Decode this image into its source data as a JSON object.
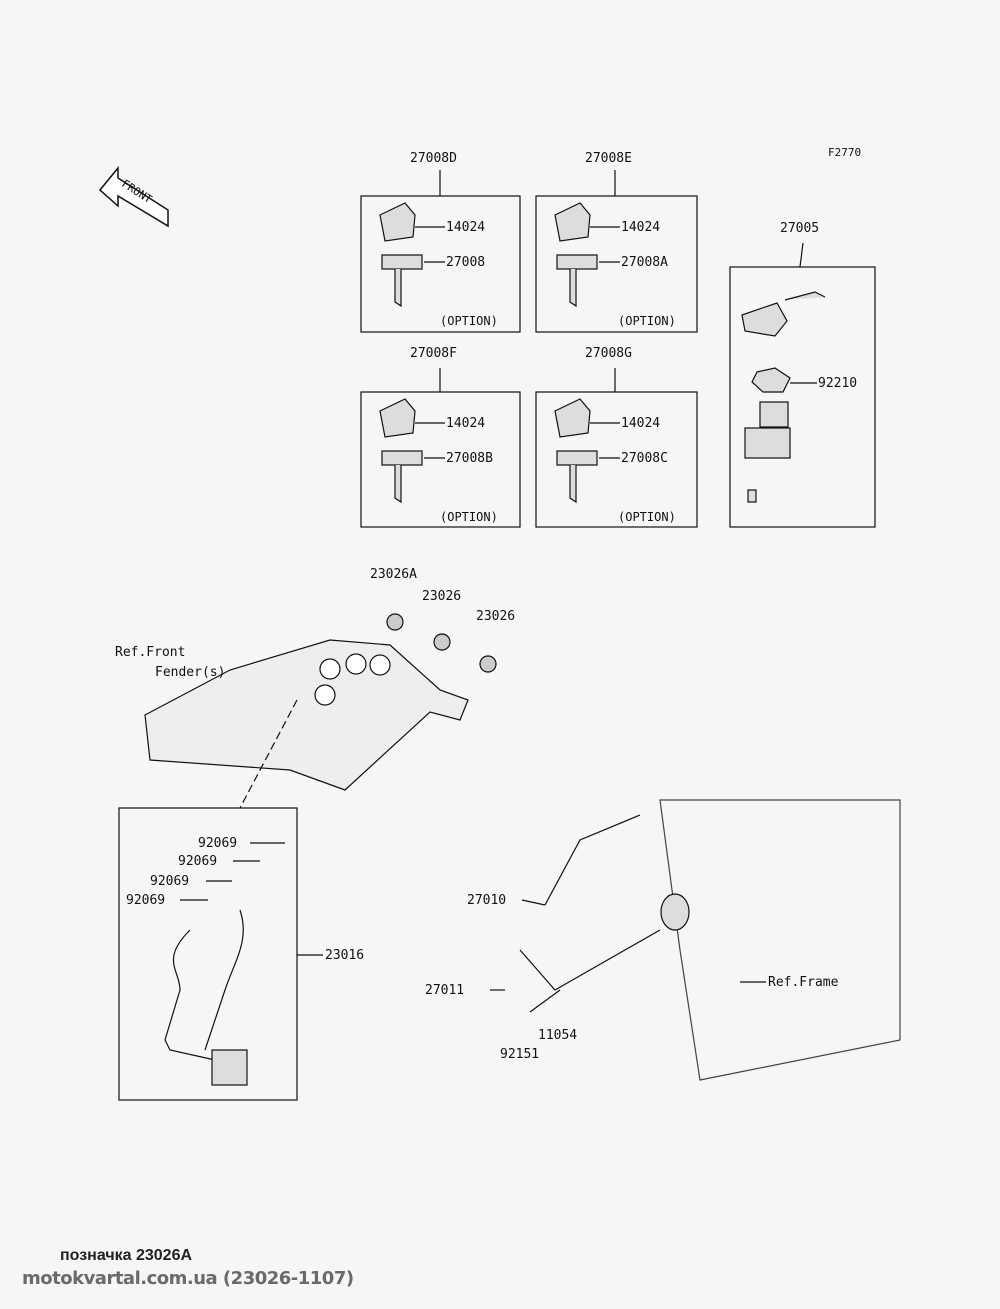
{
  "diagram_id": "F2770",
  "front_label": "FRONT",
  "kits": [
    {
      "id": "27008D",
      "cap": "14024",
      "key": "27008",
      "option": "(OPTION)"
    },
    {
      "id": "27008E",
      "cap": "14024",
      "key": "27008A",
      "option": "(OPTION)"
    },
    {
      "id": "27008F",
      "cap": "14024",
      "key": "27008B",
      "option": "(OPTION)"
    },
    {
      "id": "27008G",
      "cap": "14024",
      "key": "27008C",
      "option": "(OPTION)"
    }
  ],
  "switch": {
    "id": "27005",
    "nut": "92210"
  },
  "caps": [
    "23026A",
    "23026",
    "23026"
  ],
  "ref_front": "Ref.Front",
  "ref_fender": "Fender(s)",
  "harness": {
    "id": "23016",
    "terminals": [
      "92069",
      "92069",
      "92069",
      "92069"
    ]
  },
  "lower": {
    "p27010": "27010",
    "p27011": "27011",
    "p11054": "11054",
    "p92151": "92151",
    "ref_frame": "Ref.Frame"
  },
  "footer": {
    "caption": "позначка 23026A",
    "watermark": "motokvartal.com.ua (23026-1107)"
  }
}
